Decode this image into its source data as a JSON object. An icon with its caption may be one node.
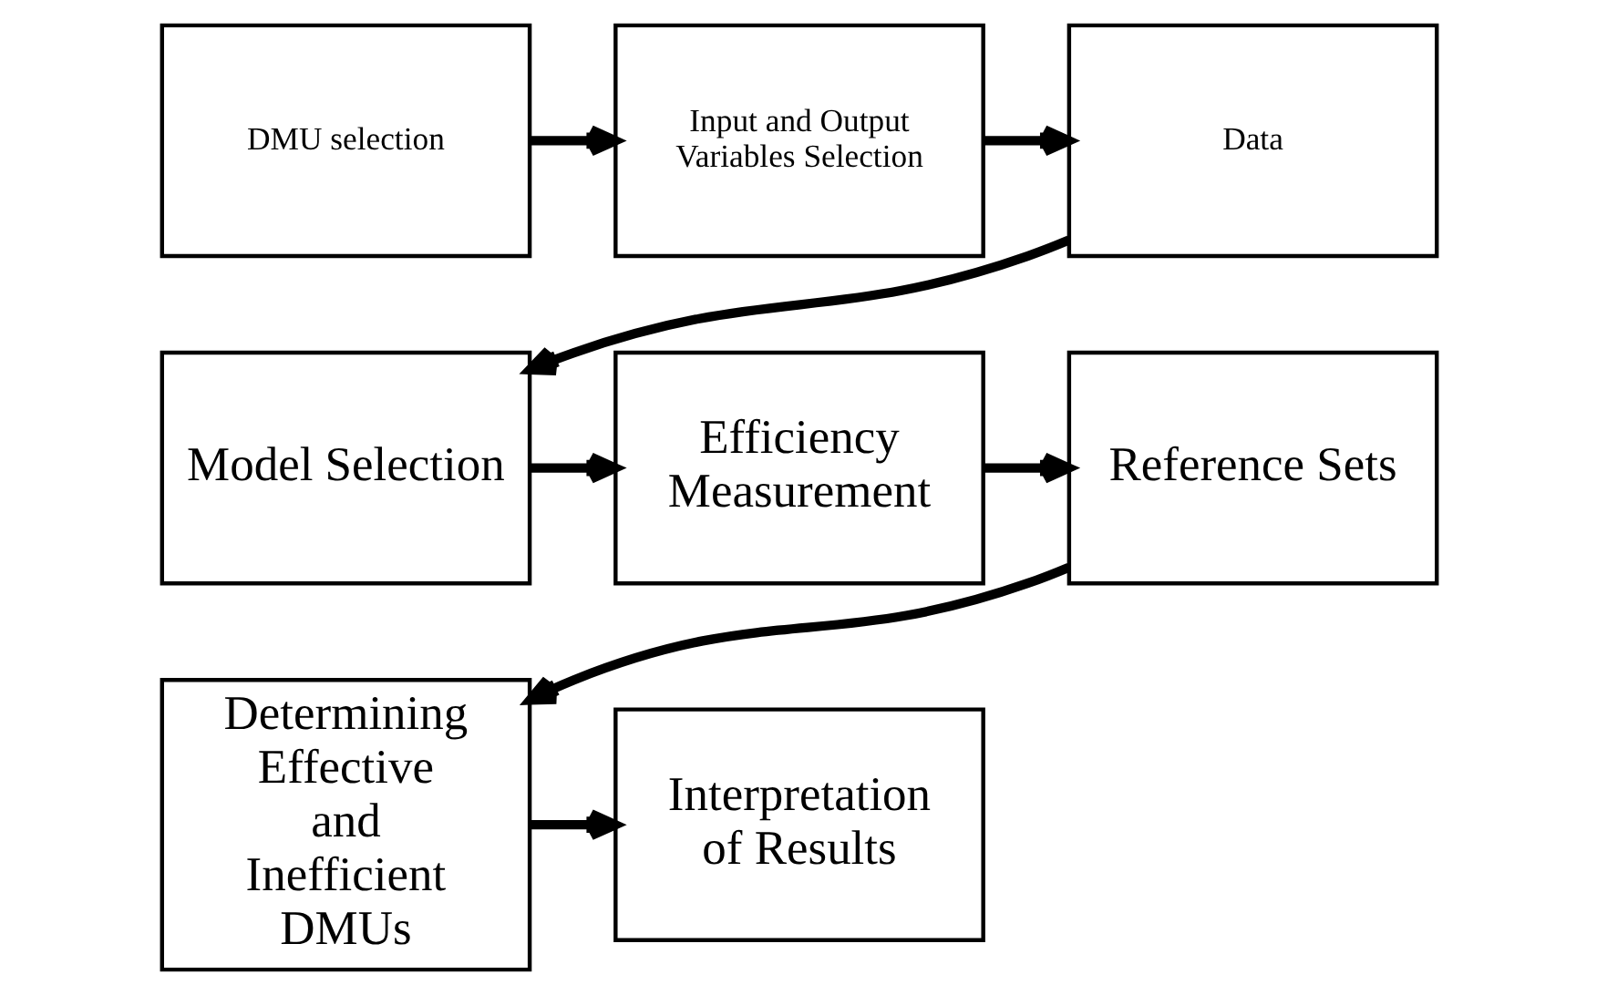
{
  "diagram": {
    "nodes": [
      {
        "text": [
          "DMU selection"
        ]
      },
      {
        "text": [
          "Input and Output Variables Selection"
        ]
      },
      {
        "text": [
          "Data"
        ]
      },
      {
        "text": [
          "Model Selection"
        ]
      },
      {
        "text": [
          "Efficiency Measurement"
        ]
      },
      {
        "text": [
          "Reference Sets"
        ]
      },
      {
        "text": [
          "Determining Effective and Inefficient DMUs"
        ]
      },
      {
        "text": [
          "Interpretation of Results"
        ]
      }
    ],
    "edges": [
      {
        "from": 0,
        "to": 1,
        "arrow": "to"
      },
      {
        "from": 1,
        "to": 2,
        "arrow": "to"
      },
      {
        "from": 2,
        "to": 3,
        "arrow": "to"
      },
      {
        "from": 3,
        "to": 4,
        "arrow": "to"
      },
      {
        "from": 4,
        "to": 5,
        "arrow": "to"
      },
      {
        "from": 5,
        "to": 6,
        "arrow": "to"
      },
      {
        "from": 6,
        "to": 7,
        "arrow": "to"
      }
    ]
  }
}
